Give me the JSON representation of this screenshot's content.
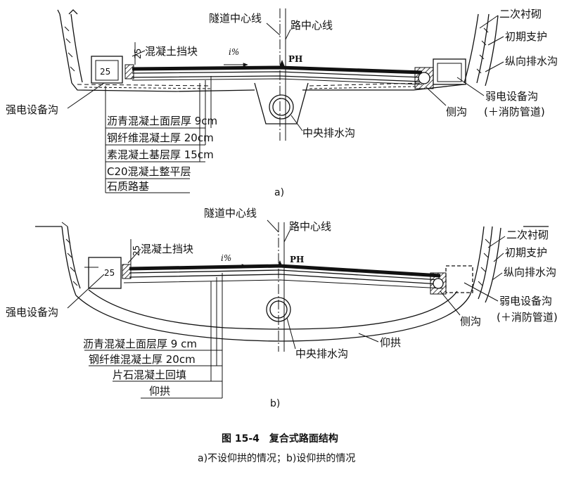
{
  "diagram_a": {
    "tunnel_centerline": "隧道中心线",
    "road_centerline": "路中心线",
    "secondary_lining": "二次衬砌",
    "initial_support": "初期支护",
    "longitudinal_drain": "纵向排水沟",
    "weak_current_trench": "弱电设备沟",
    "fire_pipe": "(＋消防管道)",
    "side_ditch": "侧沟",
    "central_drain": "中央排水沟",
    "strong_current_trench": "强电设备沟",
    "curb": "混凝土挡块",
    "dim_25_top": "25",
    "dim_25_box": "25",
    "slope": "i%",
    "ph": "PH",
    "layers": [
      "沥青混凝土面层厚 9cm",
      "钢纤维混凝土厚 20cm",
      "素混凝土基层厚 15cm",
      "C20混凝土整平层",
      "石质路基"
    ],
    "sub_label": "a)"
  },
  "diagram_b": {
    "tunnel_centerline": "隧道中心线",
    "road_centerline": "路中心线",
    "secondary_lining": "二次衬砌",
    "initial_support": "初期支护",
    "longitudinal_drain": "纵向排水沟",
    "weak_current_trench": "弱电设备沟",
    "fire_pipe": "(＋消防管道)",
    "side_ditch": "侧沟",
    "central_drain": "中央排水沟",
    "invert": "仰拱",
    "strong_current_trench": "强电设备沟",
    "curb": "混凝土挡块",
    "dim_25_top": "25",
    "dim_25_box": "25",
    "slope": "i%",
    "ph": "PH",
    "layers": [
      "沥青混凝土面层厚 9 cm",
      "钢纤维混凝土厚 20cm",
      "片石混凝土回填",
      "仰拱"
    ],
    "sub_label": "b)"
  },
  "caption": {
    "title": "图 15-4　复合式路面结构",
    "subtitle": "a)不设仰拱的情况；b)设仰拱的情况"
  }
}
